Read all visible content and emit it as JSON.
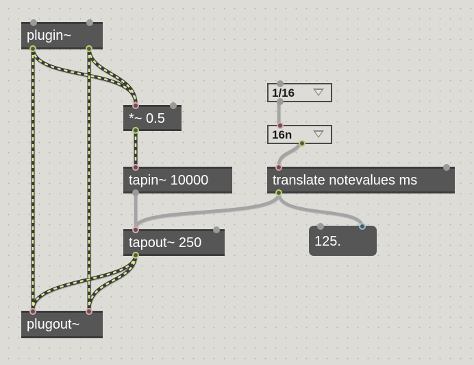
{
  "patcher": {
    "objects": {
      "plugin": "plugin~",
      "multiply": "*~ 0.5",
      "tapin": "tapin~ 10000",
      "tapout": "tapout~ 250",
      "plugout": "plugout~",
      "translate": "translate notevalues ms"
    },
    "menus": {
      "notevalue_menu": "1/16",
      "notation_menu": "16n"
    },
    "number_box": "125."
  },
  "colors": {
    "canvas_background": "#dddcd7",
    "object_fill": "#565656",
    "signal_cord": "#3b3b3b",
    "signal_cord_stripe": "#d9ee8f",
    "control_cord": "#9a9a9a",
    "signal_port": "#b8d66f",
    "control_port": "#e2a3a6",
    "number_port": "#8fc6d8"
  }
}
